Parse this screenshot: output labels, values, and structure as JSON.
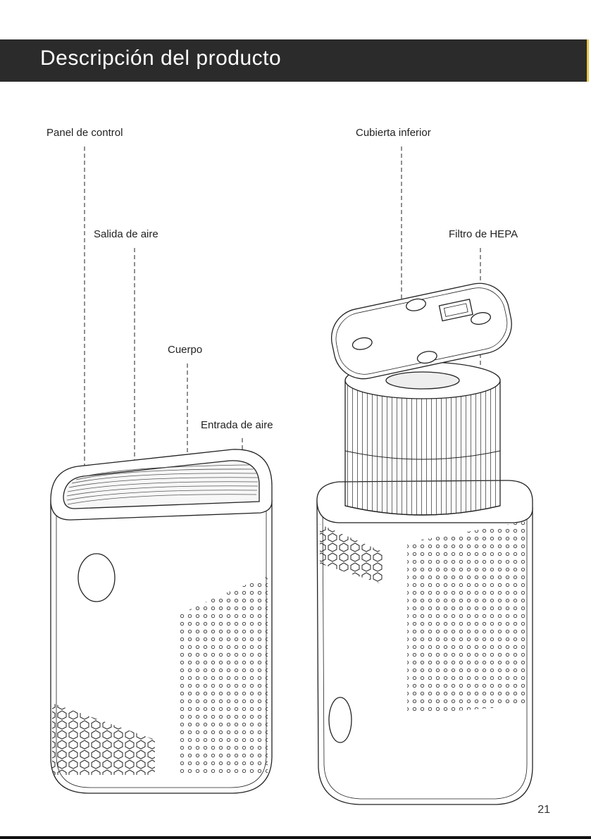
{
  "header": {
    "title": "Descripción del producto"
  },
  "labels": {
    "panel_control": "Panel de control",
    "salida_aire": "Salida de aire",
    "cuerpo": "Cuerpo",
    "entrada_aire": "Entrada de aire",
    "cubierta_inferior": "Cubierta inferior",
    "filtro_hepa": "Filtro de HEPA"
  },
  "page": {
    "number": "21"
  }
}
